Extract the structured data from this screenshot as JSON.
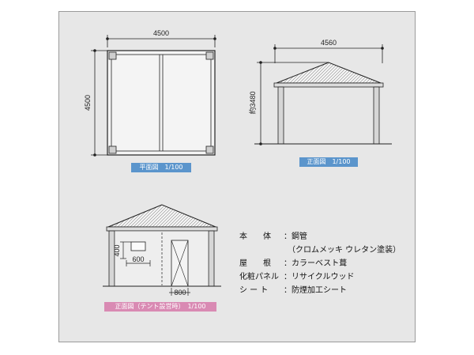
{
  "plan": {
    "width_dim": "4500",
    "depth_dim": "4500",
    "caption": "平面図　1/100"
  },
  "front": {
    "width_dim": "4560",
    "height_dim": "約3480",
    "caption": "正面図　1/100"
  },
  "tent": {
    "window_height_dim": "400",
    "window_width_dim": "600",
    "door_width_dim": "800",
    "caption": "正面図（テント設営時）　1/100"
  },
  "specs": [
    {
      "key": "本　　体",
      "value": "鋼管"
    },
    {
      "key": "",
      "value": "（クロムメッキ ウレタン塗装）"
    },
    {
      "key": "屋　　根",
      "value": "カラーベスト葺"
    },
    {
      "key": "化粧パネル",
      "value": "リサイクルウッド"
    },
    {
      "key": "シ ー ト",
      "value": "防煙加工シート"
    }
  ],
  "colors": {
    "background": "#e7e7e7",
    "line": "#222222",
    "caption_blue": "#5b95cc",
    "caption_pink": "#d98ab3"
  }
}
